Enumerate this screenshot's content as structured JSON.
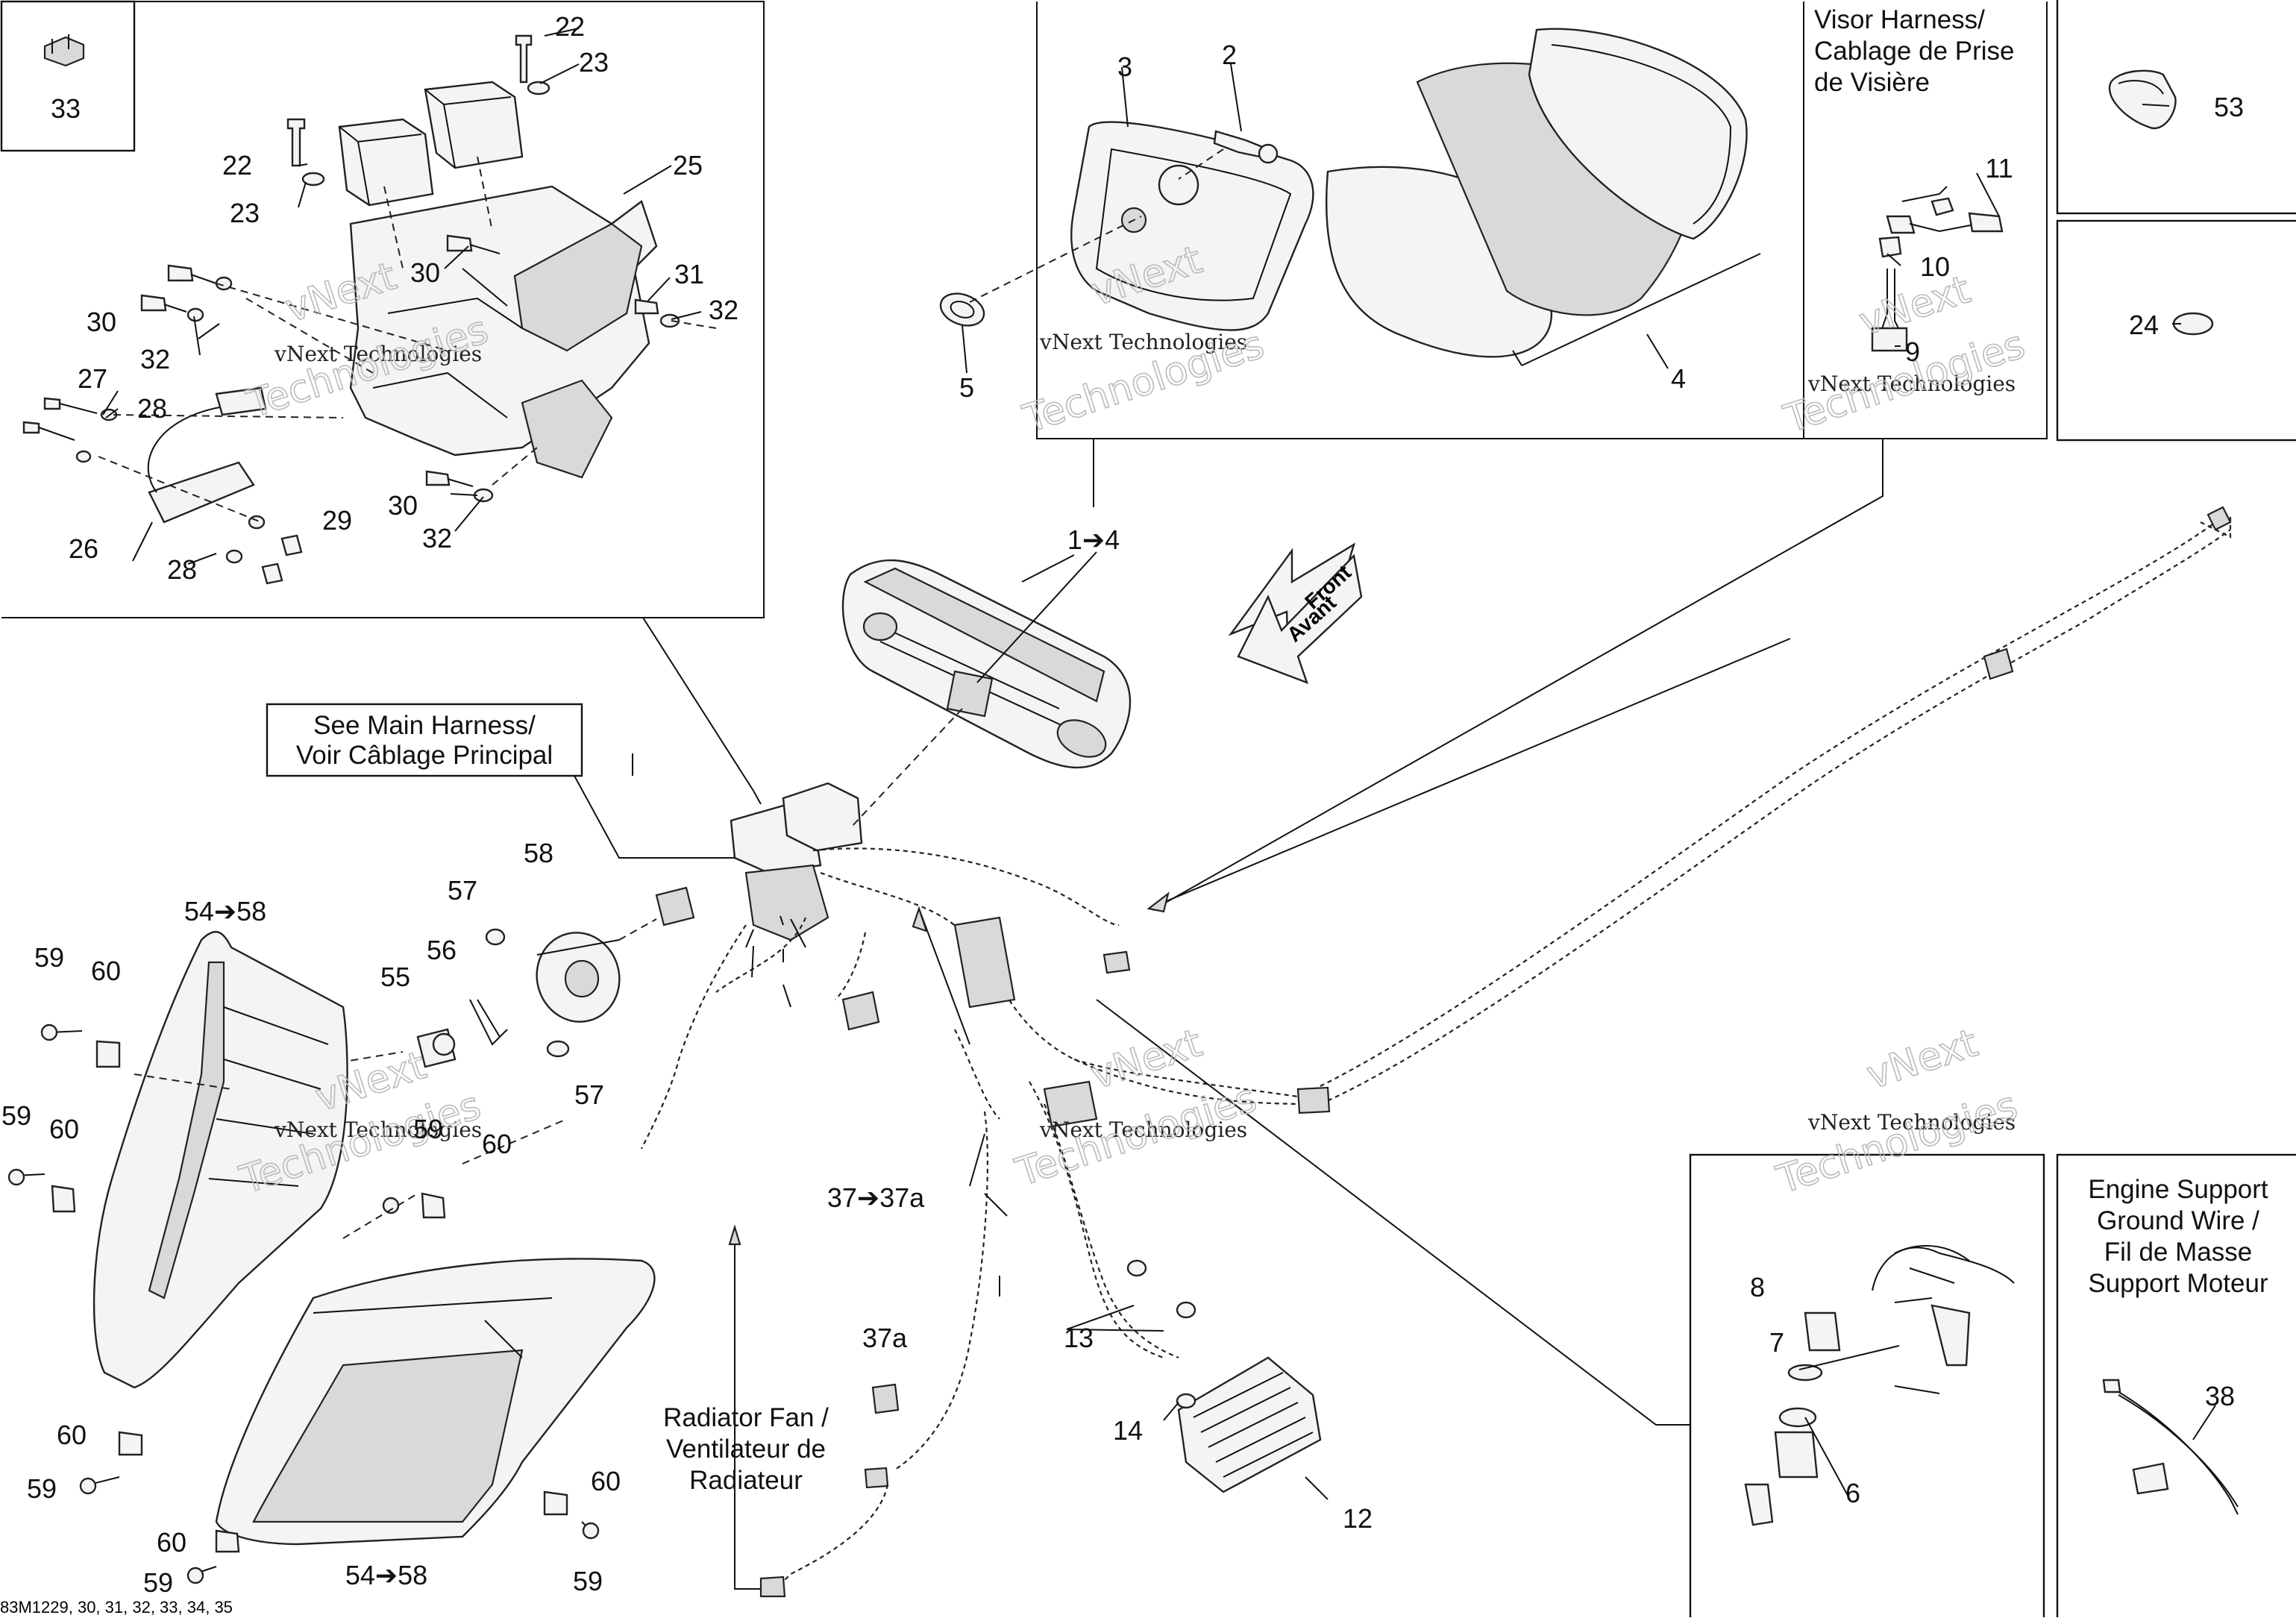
{
  "watermark": {
    "line1": "vNext Technologies",
    "line2": "vNext",
    "line3": "Technologies"
  },
  "callouts": {
    "c33": "33",
    "c22a": "22",
    "c23a": "23",
    "c22b": "22",
    "c23b": "23",
    "c25": "25",
    "c30a": "30",
    "c31": "31",
    "c30b": "30",
    "c32a": "32",
    "c32b": "32",
    "c27": "27",
    "c28a": "28",
    "c26": "26",
    "c28b": "28",
    "c29": "29",
    "c30c": "30",
    "c32c": "32",
    "c3": "3",
    "c2": "2",
    "c5": "5",
    "c4": "4",
    "c11": "11",
    "c10": "10",
    "c9": "9",
    "c53": "53",
    "c24": "24",
    "c1to4": "1➔4",
    "c58a": "58",
    "c57a": "57",
    "c56": "56",
    "c55": "55",
    "c57b": "57",
    "c5458a": "54➔58",
    "c59a": "59",
    "c60a": "60",
    "c59b": "59",
    "c60b": "60",
    "c59c": "59",
    "c60c": "60",
    "c60d": "60",
    "c59d": "59",
    "c60e": "60",
    "c60f": "60",
    "c59e": "59",
    "c59f": "59",
    "c5458b": "54➔58",
    "c3737a": "37➔37a",
    "c37a": "37a",
    "c13": "13",
    "c14": "14",
    "c12": "12",
    "c8": "8",
    "c7": "7",
    "c6": "6",
    "c38": "38"
  },
  "labels": {
    "visor_harness": [
      "Visor Harness/",
      "Cablage de Prise",
      "de Visière"
    ],
    "main_harness": [
      "See Main Harness/",
      "Voir Câblage Principal"
    ],
    "front": [
      "Front",
      "Avant"
    ],
    "radiator_fan": [
      "Radiator Fan /",
      "Ventilateur de",
      "Radiateur"
    ],
    "engine_support": [
      "Engine Support",
      "Ground Wire /",
      "Fil de Masse",
      "Support Moteur"
    ]
  },
  "footer_code": "83M1229, 30, 31, 32, 33, 34, 35"
}
